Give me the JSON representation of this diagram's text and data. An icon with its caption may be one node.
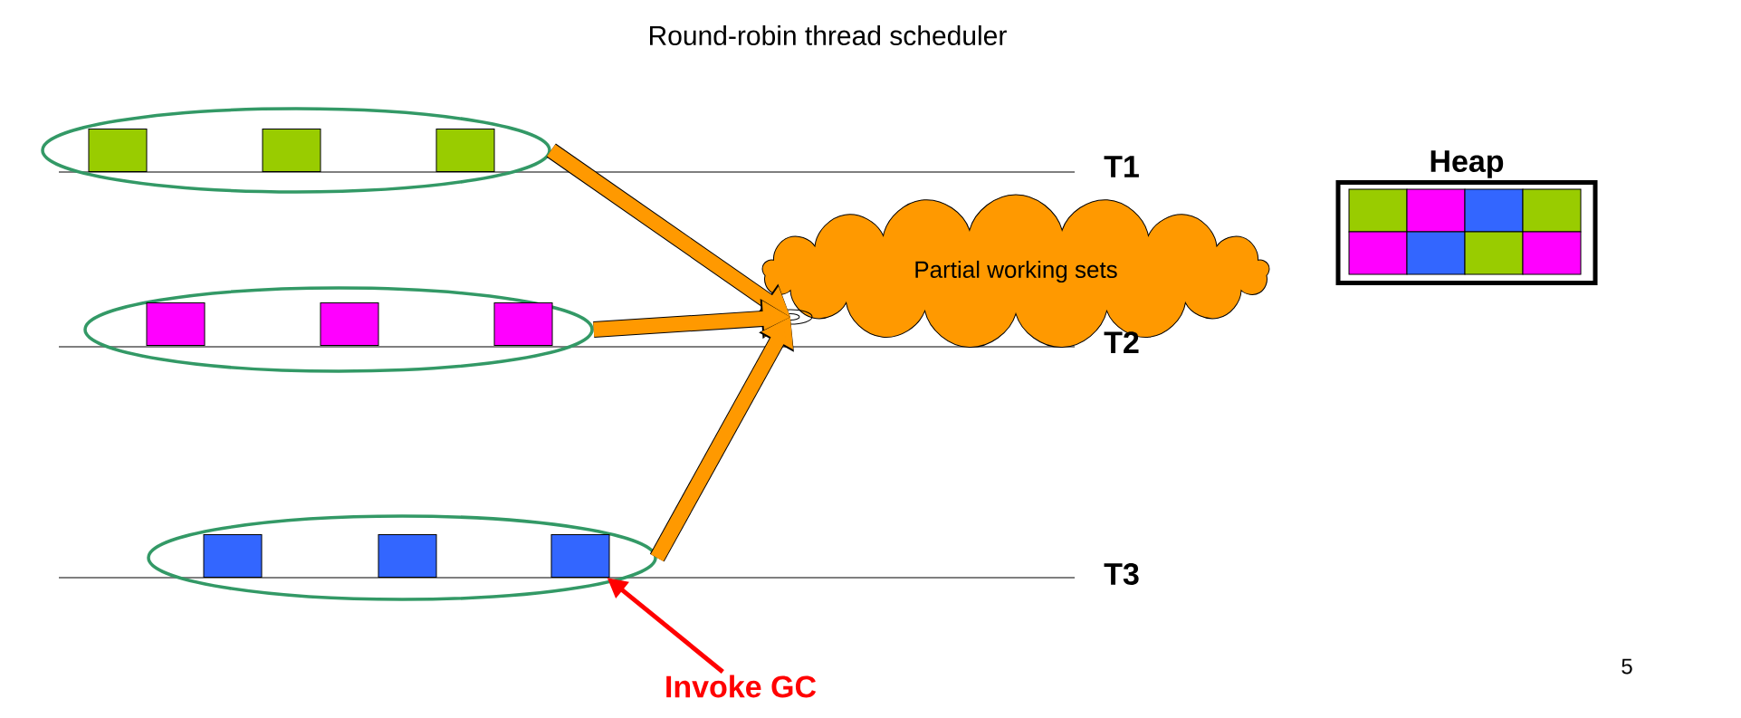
{
  "diagram": {
    "title": "Round-robin thread scheduler",
    "nodes": [
      {
        "text": [],
        "shape": "circle"
      },
      {
        "text": [],
        "shape": "box",
        "in": 0
      },
      {
        "text": [],
        "shape": "box",
        "in": 0
      },
      {
        "text": [],
        "shape": "box",
        "in": 0
      },
      {
        "text": [
          "Heap"
        ]
      },
      {
        "text": [
          "Partial working sets"
        ]
      },
      {
        "text": [],
        "shape": "circle"
      },
      {
        "text": [],
        "shape": "box",
        "in": 6
      },
      {
        "text": [],
        "shape": "box",
        "in": 6
      },
      {
        "text": [],
        "shape": "box",
        "in": 6
      },
      {
        "text": [],
        "shape": "circle"
      },
      {
        "text": [],
        "shape": "box",
        "in": 10
      },
      {
        "text": [],
        "shape": "box",
        "in": 10
      },
      {
        "text": [],
        "shape": "box",
        "in": 10
      },
      {
        "text": [
          "Invoke GC"
        ]
      }
    ],
    "edges": [
      {
        "from": 0,
        "to": 5,
        "arrow": "to"
      },
      {
        "from": 6,
        "to": 5,
        "arrow": "to"
      },
      {
        "from": 10,
        "to": 5,
        "arrow": "to"
      },
      {
        "from": 14,
        "to": 13,
        "arrow": "to",
        "color": "#ff0000"
      }
    ],
    "labels": [
      "T1",
      "T2",
      "T3",
      "5"
    ]
  }
}
